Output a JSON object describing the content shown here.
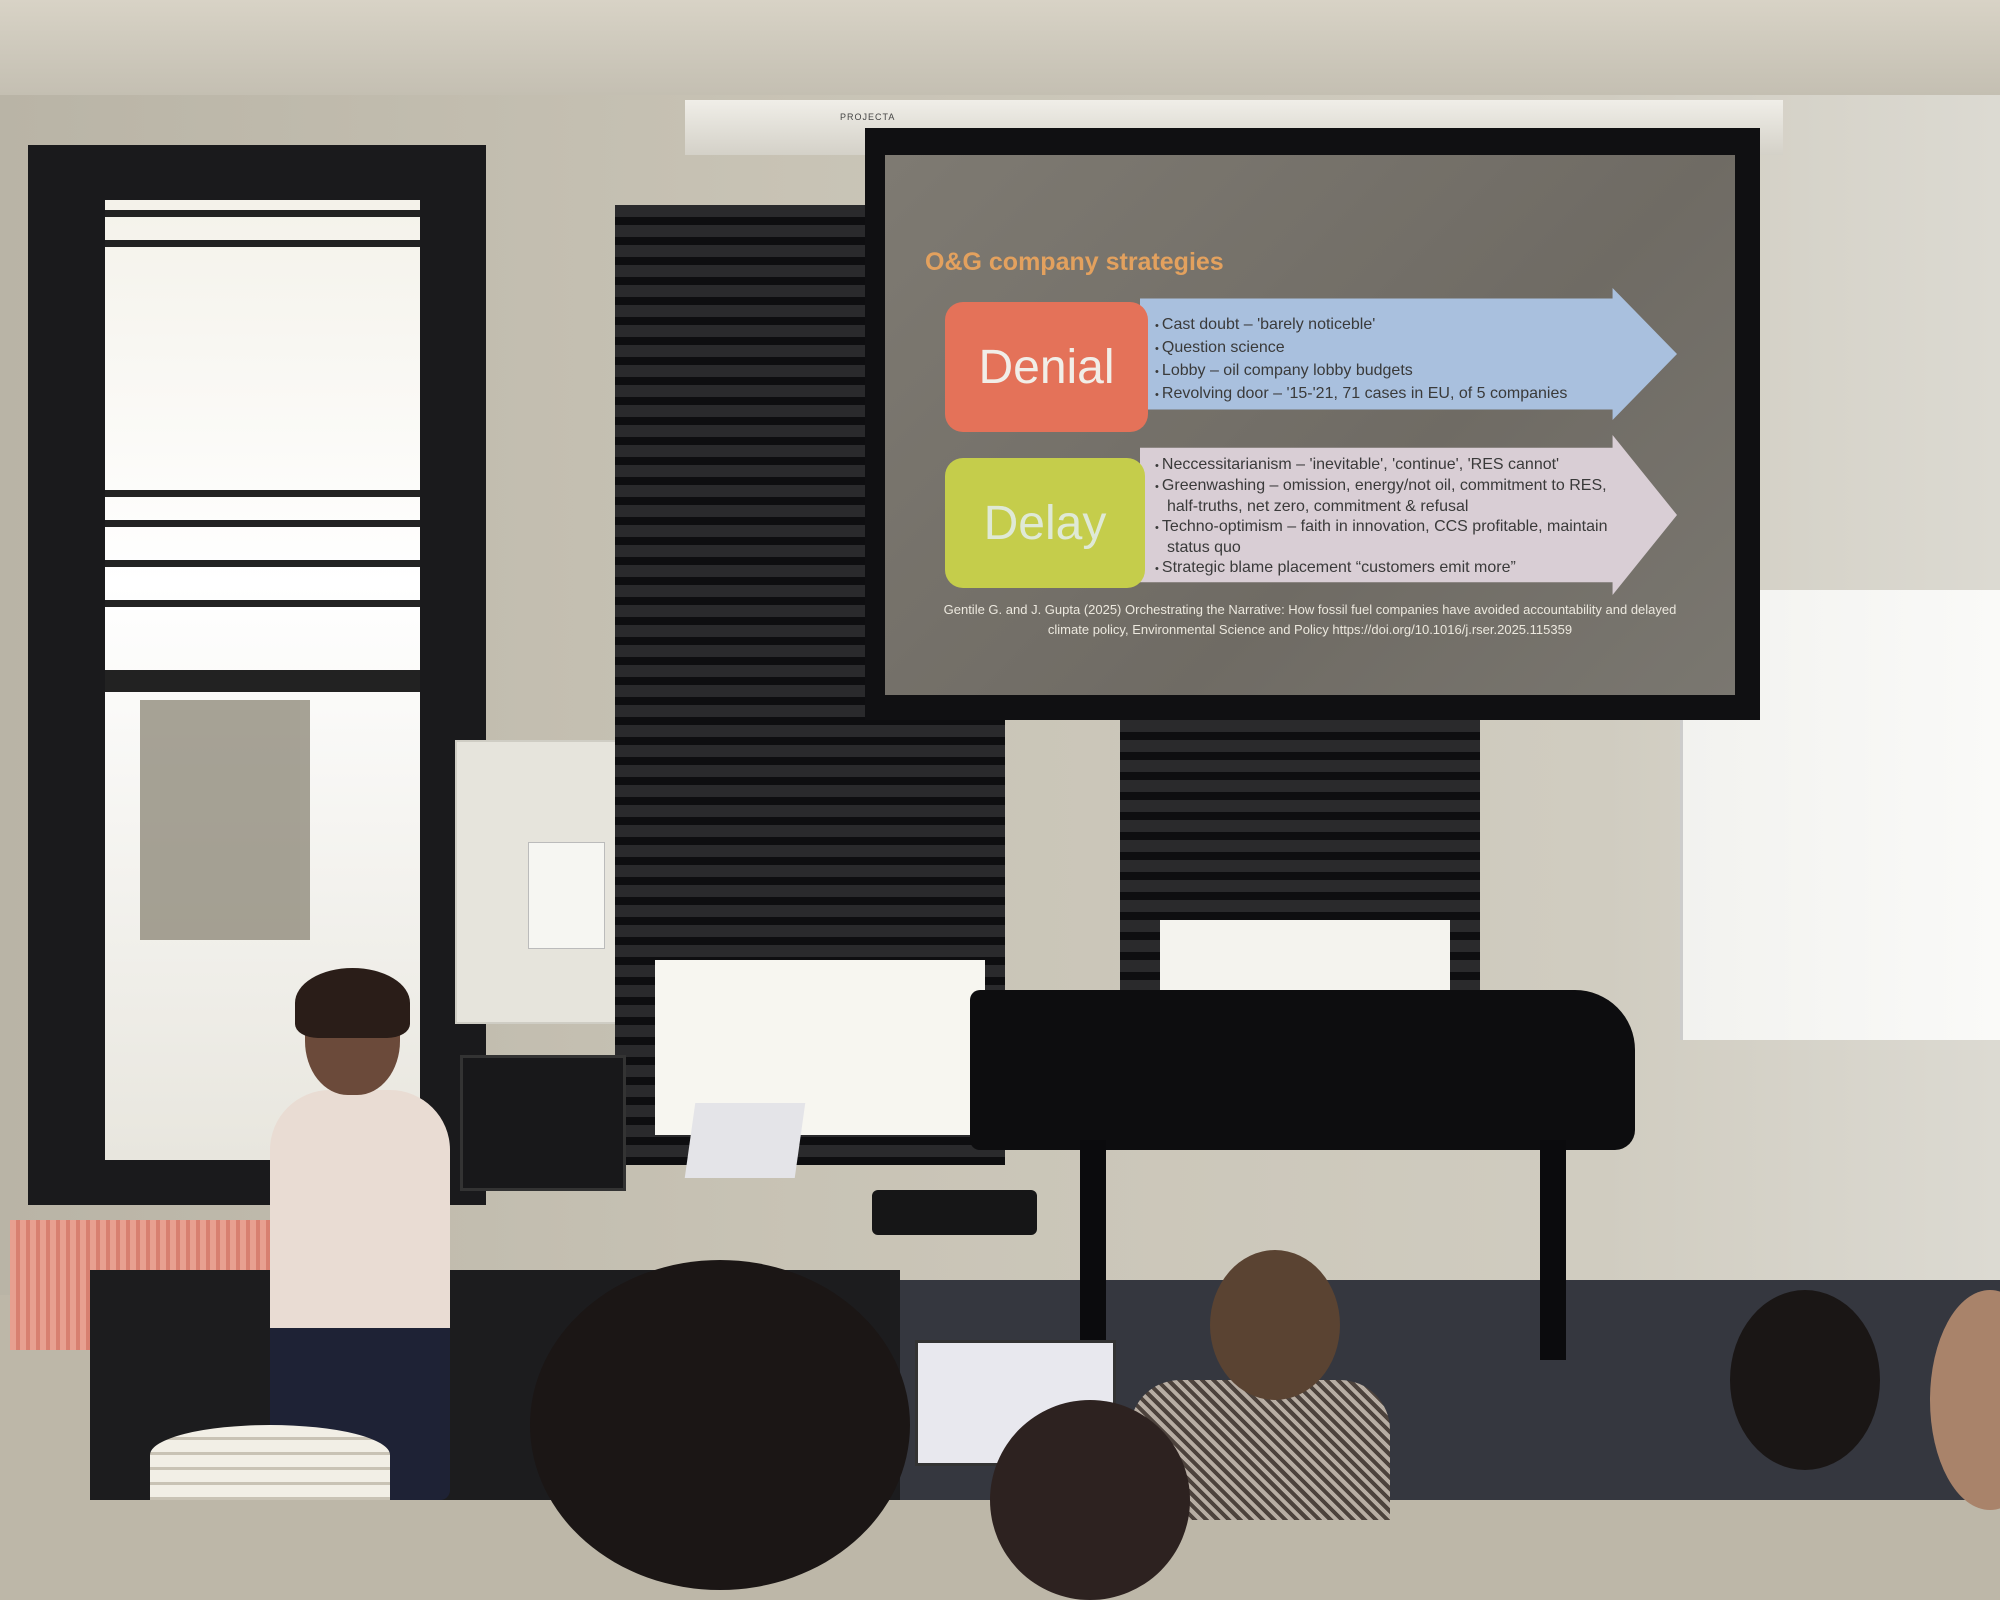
{
  "scene": {
    "projector_label": "PROJECTA"
  },
  "slide": {
    "title": "O&G company strategies",
    "denial": {
      "label": "Denial",
      "bullets": [
        "Cast doubt – 'barely noticeble'",
        "Question science",
        "Lobby – oil company lobby budgets",
        "Revolving door – '15-'21, 71 cases in EU, of 5 companies"
      ]
    },
    "delay": {
      "label": "Delay",
      "bullets": [
        "Neccessitarianism – 'inevitable', 'continue', 'RES cannot'",
        "Greenwashing – omission, energy/not oil, commitment to RES, half-truths, net zero, commitment & refusal",
        "Techno-optimism – faith in innovation, CCS profitable, maintain status quo",
        "Strategic blame placement “customers emit more”"
      ]
    },
    "citation_line1": "Gentile G. and J. Gupta (2025) Orchestrating the Narrative: How fossil fuel companies have avoided accountability and delayed",
    "citation_line2": "climate policy, Environmental Science and Policy https://doi.org/10.1016/j.rser.2025.115359",
    "colors": {
      "title": "#e3a15e",
      "denial": "#e47259",
      "delay": "#c5cd4b",
      "denial_arrow": "#a9c0de",
      "delay_arrow": "#d9ced5"
    }
  }
}
